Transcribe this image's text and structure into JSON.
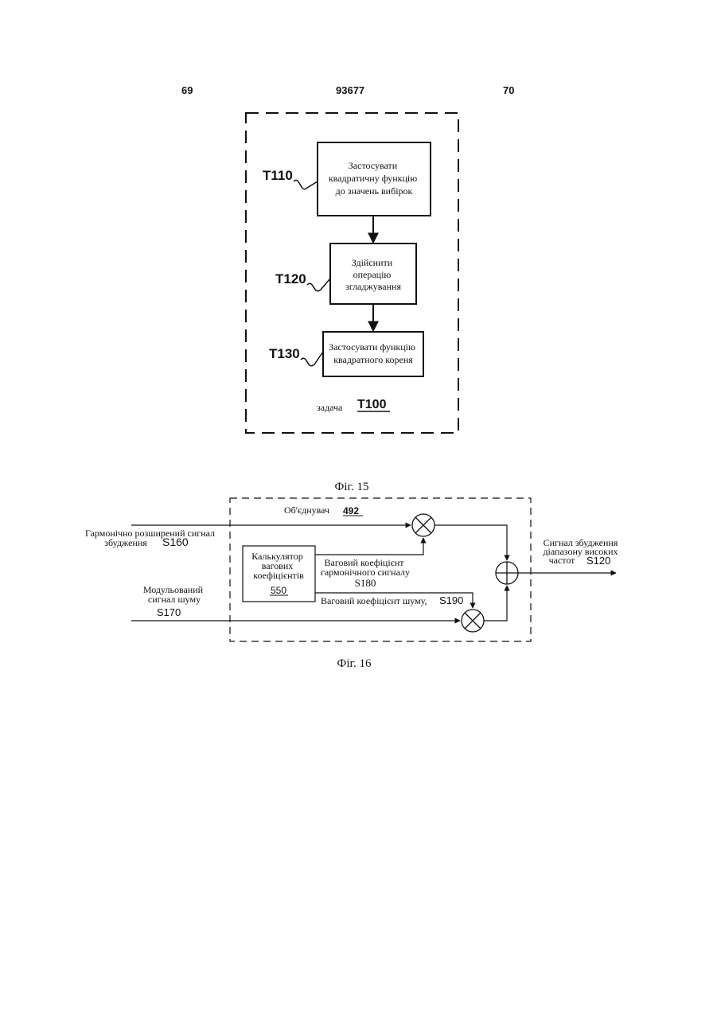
{
  "header": {
    "page_left": "69",
    "doc_number": "93677",
    "page_right": "70"
  },
  "fig15": {
    "caption": "Фіг. 15",
    "task_word": "задача",
    "task_id": "T100",
    "blocks": [
      {
        "id": "T110",
        "lines": [
          "Застосувати",
          "квадратичну функцію",
          "до значень вибірок"
        ]
      },
      {
        "id": "T120",
        "lines": [
          "Здійснити",
          "операцію",
          "згладжування"
        ]
      },
      {
        "id": "T130",
        "lines": [
          "Застосувати функцію",
          "квадратного кореня"
        ]
      }
    ]
  },
  "fig16": {
    "caption": "Фіг. 16",
    "combiner_label": "Об'єднувач",
    "combiner_id": "492",
    "calculator_lines": [
      "Калькулятор",
      "вагових",
      "коефіцієнтів"
    ],
    "calculator_id": "550",
    "input1_lines": [
      "Гармонічно розширений сигнал",
      "збудження"
    ],
    "input1_id": "S160",
    "input2_lines": [
      "Модульований",
      "сигнал шуму"
    ],
    "input2_id": "S170",
    "weight1_lines": [
      "Ваговий коефіцієнт",
      "гармонічного сигналу"
    ],
    "weight1_id": "S180",
    "weight2_label": "Ваговий коефіцієнт шуму,",
    "weight2_id": "S190",
    "output_lines": [
      "Сигнал збудження",
      "діапазону високих",
      "частот"
    ],
    "output_id": "S120"
  }
}
